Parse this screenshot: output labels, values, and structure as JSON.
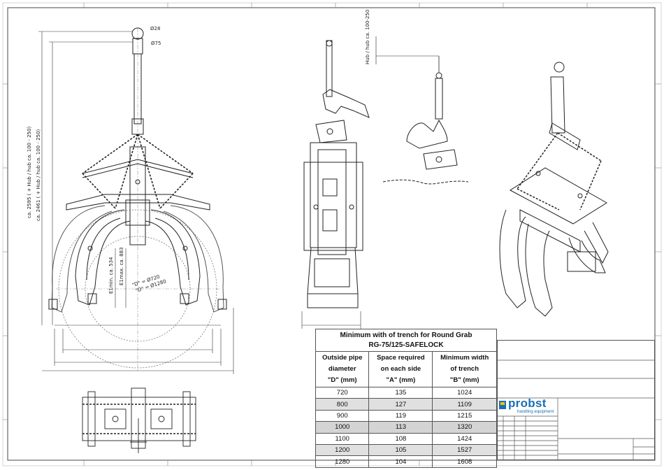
{
  "drawing": {
    "front_view_dims": {
      "shackle_diameter": "Ø28",
      "eye_diameter": "Ø75",
      "overall_height_outer": "ca. 2595 ( + Hub / hub ca. 100 - 250)",
      "overall_height_inner": "ca. 2461 ( + Hub / hub ca. 100 - 250)",
      "e_min": "E1min. ca. 534",
      "e_max": "E1max. ca. 883",
      "d_small": "\"D\" = Ø720",
      "d_large": "\"D\" = Ø1280"
    },
    "stroke_note": "Hub / hub ca. 100-250"
  },
  "trench_table": {
    "title_line1": "Minimum with of trench for Round Grab",
    "title_line2": "RG-75/125-SAFELOCK",
    "headers": [
      {
        "line1": "Outside pipe",
        "line2": "diameter",
        "line3": "\"D\" (mm)"
      },
      {
        "line1": "Space required",
        "line2": "on each side",
        "line3": "\"A\" (mm)"
      },
      {
        "line1": "Minimum width",
        "line2": "of trench",
        "line3": "\"B\" (mm)"
      }
    ],
    "rows": [
      [
        "720",
        "135",
        "1024"
      ],
      [
        "800",
        "127",
        "1109"
      ],
      [
        "900",
        "119",
        "1215"
      ],
      [
        "1000",
        "113",
        "1320"
      ],
      [
        "1100",
        "108",
        "1424"
      ],
      [
        "1200",
        "105",
        "1527"
      ],
      [
        "1280",
        "104",
        "1608"
      ]
    ]
  },
  "title_block": {
    "brand": "probst",
    "tagline": "handling equipment",
    "brand_color": "#1a6fb5",
    "accent_color": "#f2c200"
  }
}
